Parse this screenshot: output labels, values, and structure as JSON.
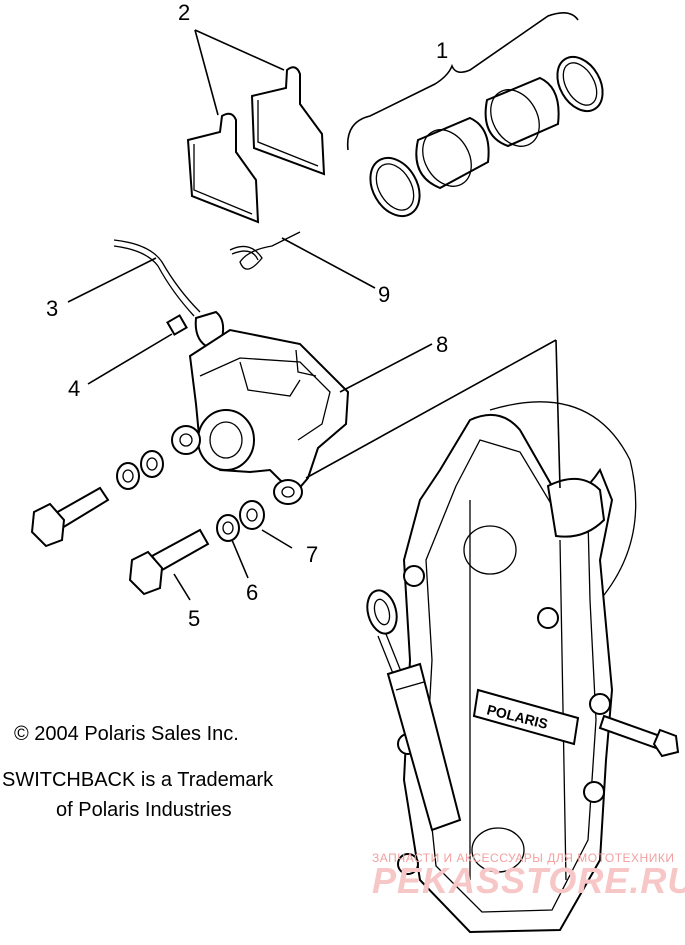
{
  "callouts": [
    {
      "id": "1",
      "label": "1"
    },
    {
      "id": "2",
      "label": "2"
    },
    {
      "id": "3",
      "label": "3"
    },
    {
      "id": "4",
      "label": "4"
    },
    {
      "id": "5",
      "label": "5"
    },
    {
      "id": "6",
      "label": "6"
    },
    {
      "id": "7",
      "label": "7"
    },
    {
      "id": "8",
      "label": "8"
    },
    {
      "id": "9",
      "label": "9"
    }
  ],
  "embossed_logo": "POLARIS",
  "copyright": "© 2004 Polaris Sales Inc.",
  "trademark_line1": "SWITCHBACK is a Trademark",
  "trademark_line2": "of Polaris Industries",
  "watermark_small": "ЗАПЧАСТИ И АКСЕССУАРЫ ДЛЯ МОТОТЕХНИКИ",
  "watermark_large": "PEKASSTORE.RU"
}
